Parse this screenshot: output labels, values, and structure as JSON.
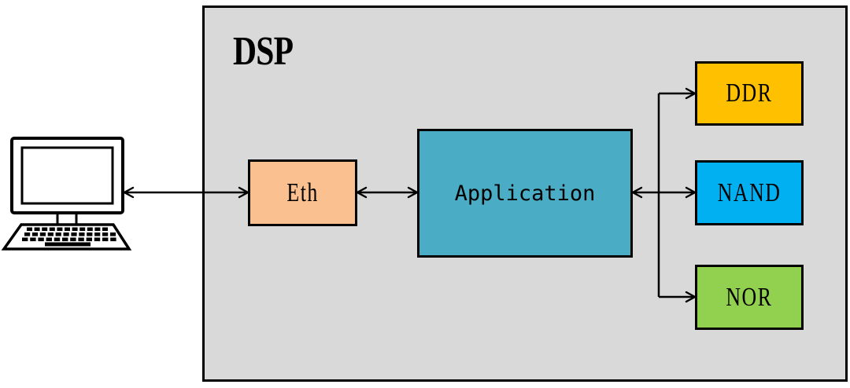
{
  "diagram": {
    "container": {
      "label": "DSP",
      "fill": "#D9D9D9",
      "border_color": "#000000"
    },
    "nodes": {
      "computer": {
        "icon": "desktop-computer-with-keyboard"
      },
      "eth": {
        "label": "Eth",
        "color": "#FAC090"
      },
      "application": {
        "label": "Application",
        "color": "#4BACC6"
      },
      "ddr": {
        "label": "DDR",
        "color": "#FFC000"
      },
      "nand": {
        "label": "NAND",
        "color": "#00B0F0"
      },
      "nor": {
        "label": "NOR",
        "color": "#92D050"
      }
    },
    "edges": [
      {
        "from": "computer",
        "to": "eth",
        "direction": "bidirectional"
      },
      {
        "from": "eth",
        "to": "application",
        "direction": "bidirectional"
      },
      {
        "from": "application",
        "to": "nand",
        "direction": "bidirectional"
      },
      {
        "from": "application",
        "to": "ddr",
        "direction": "forward"
      },
      {
        "from": "application",
        "to": "nor",
        "direction": "forward"
      }
    ],
    "line_color": "#000000"
  }
}
